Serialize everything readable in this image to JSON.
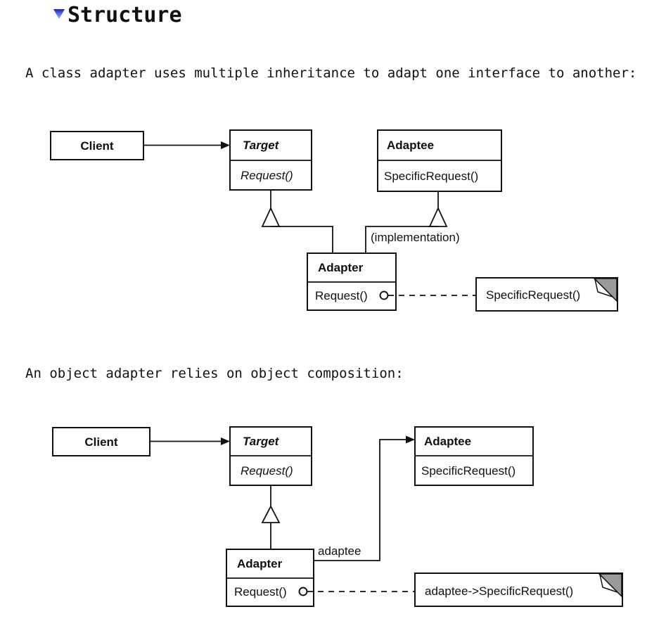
{
  "colors": {
    "background": "#ffffff",
    "line": "#111111",
    "text": "#111111",
    "note_fold_gray": "#9a9a9a",
    "marker_blue_dark": "#2020c0",
    "marker_blue_light": "#99bbff"
  },
  "header": {
    "marker_icon": "collapse-triangle",
    "title": "Structure"
  },
  "paragraphs": {
    "class_adapter": "A class adapter uses multiple inheritance to adapt one interface to another:",
    "object_adapter": "An object adapter relies on object composition:"
  },
  "class_diagram": {
    "client": {
      "name": "Client"
    },
    "target": {
      "name": "Target",
      "method": "Request()"
    },
    "adaptee": {
      "name": "Adaptee",
      "method": "SpecificRequest()"
    },
    "adapter": {
      "name": "Adapter",
      "method": "Request()"
    },
    "implementation_label": "(implementation)",
    "note": "SpecificRequest()"
  },
  "object_diagram": {
    "client": {
      "name": "Client"
    },
    "target": {
      "name": "Target",
      "method": "Request()"
    },
    "adaptee": {
      "name": "Adaptee",
      "method": "SpecificRequest()"
    },
    "adapter": {
      "name": "Adapter",
      "method": "Request()"
    },
    "association_label": "adaptee",
    "note": "adaptee->SpecificRequest()"
  }
}
